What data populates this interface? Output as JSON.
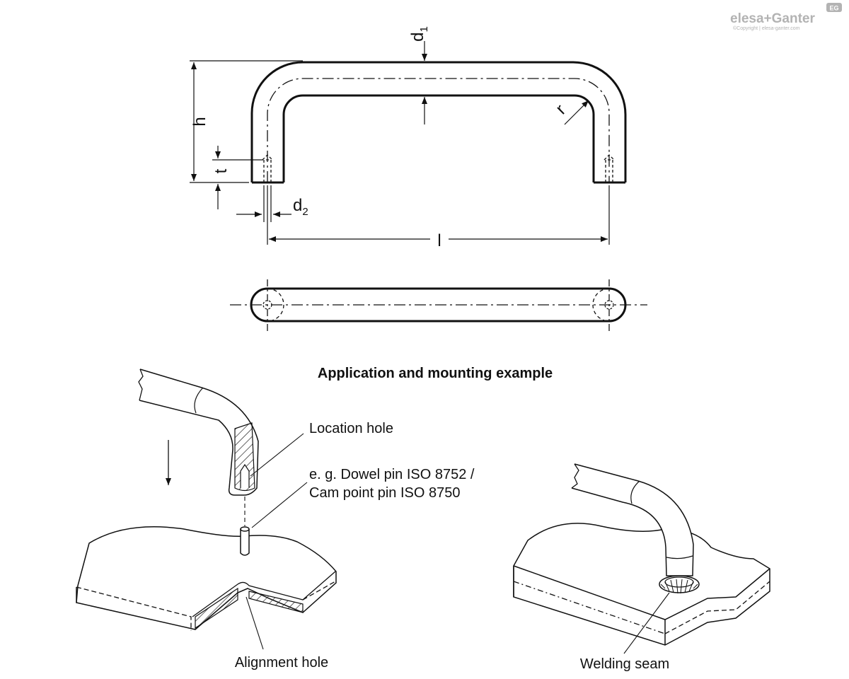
{
  "logo": {
    "brand": "elesa+Ganter",
    "badge": "EG",
    "copyright": "©Copyright | elesa-ganter.com"
  },
  "dimensions": {
    "d1": "d",
    "d1_sub": "1",
    "d2": "d",
    "d2_sub": "2",
    "h": "h",
    "t": "t",
    "r": "r",
    "l": "l"
  },
  "section_title": "Application and mounting example",
  "callouts": {
    "location_hole": "Location hole",
    "dowel_line1": "e. g. Dowel pin ISO 8752 /",
    "dowel_line2": "Cam point pin ISO 8750",
    "alignment_hole": "Alignment hole",
    "welding_seam": "Welding seam"
  },
  "colors": {
    "line": "#111111",
    "hatch": "#222222",
    "logo": "#b3b3b3"
  }
}
